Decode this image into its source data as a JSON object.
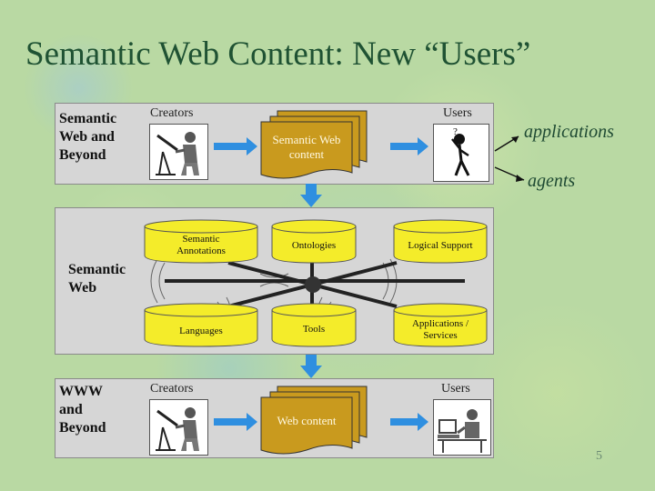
{
  "title": "Semantic Web Content: New “Users”",
  "top_panel": {
    "label_lines": [
      "Semantic",
      "Web and",
      "Beyond"
    ],
    "creators_label": "Creators",
    "users_label": "Users",
    "content_lines": [
      "Semantic Web",
      "content"
    ]
  },
  "middle_panel": {
    "label_lines": [
      "Semantic",
      "Web"
    ],
    "cylinders": [
      {
        "lines": [
          "Semantic",
          "Annotations"
        ]
      },
      {
        "lines": [
          "Ontologies"
        ]
      },
      {
        "lines": [
          "Logical Support"
        ]
      },
      {
        "lines": [
          "Languages"
        ]
      },
      {
        "lines": [
          "Tools"
        ]
      },
      {
        "lines": [
          "Applications /",
          "Services"
        ]
      }
    ]
  },
  "bottom_panel": {
    "label_lines": [
      "WWW",
      "and",
      "Beyond"
    ],
    "creators_label": "Creators",
    "users_label": "Users",
    "content_lines": [
      "Web content"
    ]
  },
  "side_notes": {
    "applications": "applications",
    "agents": "agents"
  },
  "page_number": "5",
  "colors": {
    "title": "#1f5233",
    "panel": "#d6d6d6",
    "cylinder": "#f4ec2a",
    "document": "#c99a1e",
    "arrow": "#2f8fe0"
  }
}
